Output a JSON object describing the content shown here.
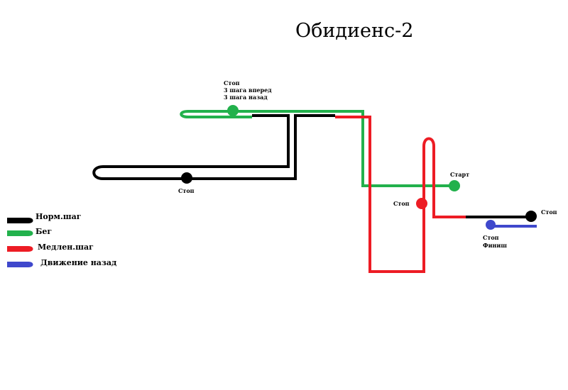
{
  "title": "Обидиенс-2",
  "colors": {
    "normal": "#000000",
    "run": "#22b14c",
    "slow": "#ed1c24",
    "back": "#3f48cc"
  },
  "labels": {
    "top_stop_1": "Стоп",
    "top_stop_2": "3 шага вперед",
    "top_stop_3": "3 шага назад",
    "left_stop": "Стоп",
    "start": "Старт",
    "mid_stop": "Стоп",
    "right_stop": "Стоп",
    "finish_1": "Стоп",
    "finish_2": "Финиш"
  },
  "legend": [
    {
      "key": "normal",
      "label": "Норм.шаг"
    },
    {
      "key": "run",
      "label": "Бег"
    },
    {
      "key": "slow",
      "label": "Медлен.шаг"
    },
    {
      "key": "back",
      "label": "Движение назад"
    }
  ]
}
